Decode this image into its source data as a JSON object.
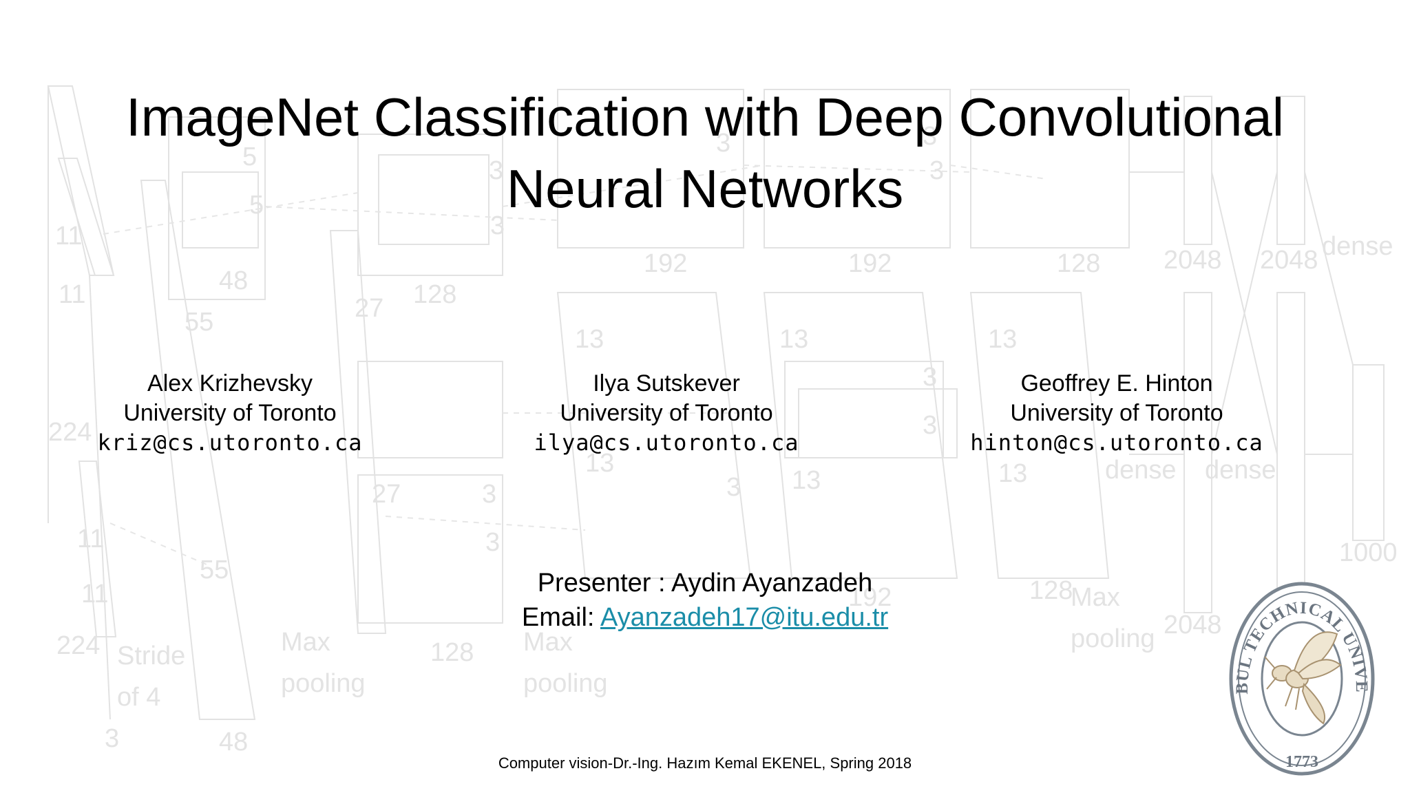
{
  "slide": {
    "title_line1": "ImageNet Classification with Deep Convolutional",
    "title_line2": "Neural Networks"
  },
  "authors": [
    {
      "name": "Alex Krizhevsky",
      "affiliation": "University of Toronto",
      "email": "kriz@cs.utoronto.ca"
    },
    {
      "name": "Ilya Sutskever",
      "affiliation": "University of Toronto",
      "email": "ilya@cs.utoronto.ca"
    },
    {
      "name": "Geoffrey E. Hinton",
      "affiliation": "University of Toronto",
      "email": "hinton@cs.utoronto.ca"
    }
  ],
  "presenter": {
    "label": "Presenter : Aydin Ayanzadeh",
    "email_label": "Email: ",
    "email": "Ayanzadeh17@itu.edu.tr"
  },
  "footer": "Computer vision-Dr.-Ing. Hazım Kemal EKENEL, Spring 2018",
  "seal": {
    "text": "ISTANBUL TECHNICAL UNIVERSITY",
    "year": "1773"
  },
  "background_diagram": {
    "labels": [
      "11",
      "11",
      "224",
      "224",
      "11",
      "11",
      "Stride",
      "of 4",
      "3",
      "5",
      "5",
      "48",
      "55",
      "55",
      "48",
      "3",
      "3",
      "27",
      "128",
      "27",
      "3",
      "3",
      "128",
      "Max",
      "pooling",
      "192",
      "13",
      "13",
      "3",
      "3",
      "3",
      "Max",
      "pooling",
      "192",
      "13",
      "13",
      "3",
      "3",
      "3",
      "192",
      "128",
      "13",
      "13",
      "128",
      "Max",
      "pooling",
      "2048",
      "2048",
      "dense",
      "dense",
      "dense",
      "2048",
      "1000"
    ]
  },
  "colors": {
    "text": "#000000",
    "link": "#1a8da8",
    "diagram": "#d9d9d9",
    "seal": "#7a8590"
  }
}
